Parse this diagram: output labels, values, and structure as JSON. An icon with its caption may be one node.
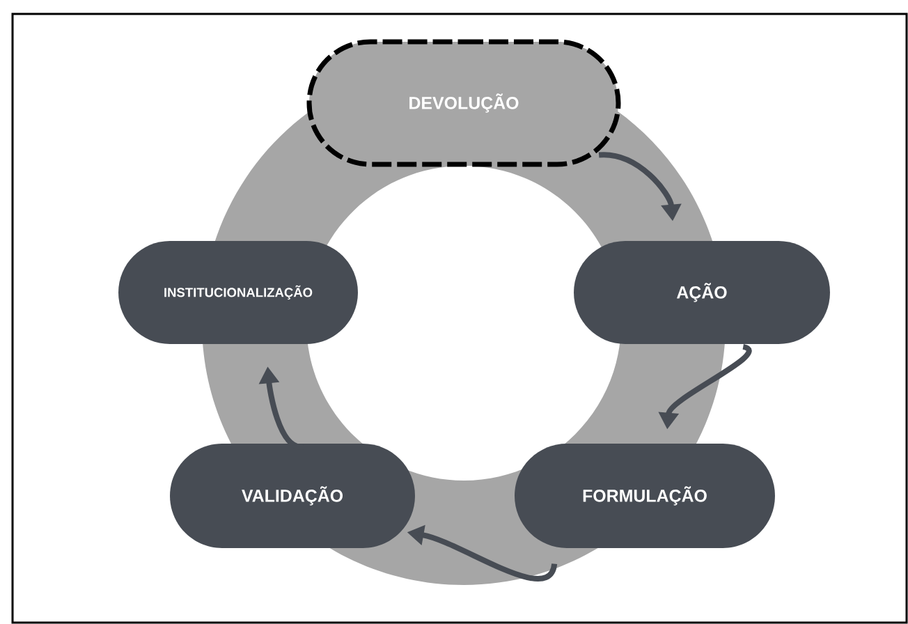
{
  "diagram": {
    "nodes": [
      {
        "text": [
          "DEVOLUÇÃO"
        ]
      },
      {
        "text": [
          "AÇÃO"
        ]
      },
      {
        "text": [
          "FORMULAÇÃO"
        ]
      },
      {
        "text": [
          "VALIDAÇÃO"
        ]
      },
      {
        "text": [
          "INSTITUCIONALIZAÇÃO"
        ]
      }
    ],
    "edges": [
      {
        "from": 0,
        "to": 1,
        "arrow": "to"
      },
      {
        "from": 1,
        "to": 2,
        "arrow": "to"
      },
      {
        "from": 2,
        "to": 3,
        "arrow": "to"
      },
      {
        "from": 3,
        "to": 4,
        "arrow": "to"
      }
    ]
  }
}
